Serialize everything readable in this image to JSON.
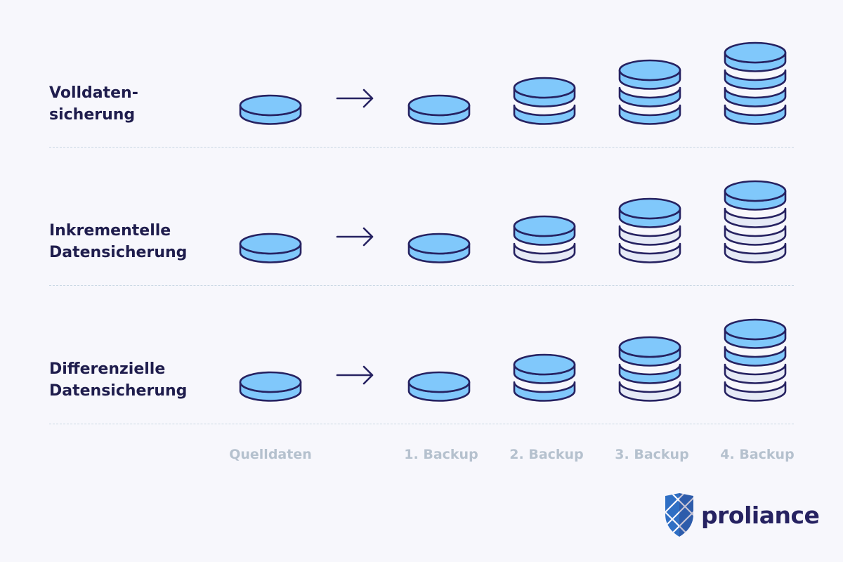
{
  "rows": [
    {
      "label_lines": [
        "Volldaten-",
        "sicherung"
      ],
      "source_layers": [
        "new"
      ],
      "backups": [
        [
          "new"
        ],
        [
          "new",
          "new"
        ],
        [
          "new",
          "new",
          "new"
        ],
        [
          "new",
          "new",
          "new",
          "new"
        ]
      ]
    },
    {
      "label_lines": [
        "Inkrementelle",
        "Datensicherung"
      ],
      "source_layers": [
        "new"
      ],
      "backups": [
        [
          "new"
        ],
        [
          "old",
          "new"
        ],
        [
          "old",
          "old",
          "new"
        ],
        [
          "old",
          "old",
          "old",
          "new"
        ]
      ]
    },
    {
      "label_lines": [
        "Differenzielle",
        "Datensicherung"
      ],
      "source_layers": [
        "new"
      ],
      "backups": [
        [
          "new"
        ],
        [
          "new",
          "new"
        ],
        [
          "old",
          "new",
          "new"
        ],
        [
          "old",
          "old",
          "new",
          "new"
        ]
      ]
    }
  ],
  "columns": [
    "Quelldaten",
    "1. Backup",
    "2. Backup",
    "3. Backup",
    "4. Backup"
  ],
  "arrow_icon": "arrow-right-icon",
  "colors": {
    "new_layer": "#80c8fb",
    "old_layer": "#e6eaf6",
    "outline": "#262261",
    "divider": "#c9d7e3",
    "column_text": "#b5c1ce",
    "label_text": "#1f1d4d"
  },
  "logo": {
    "text": "proliance",
    "icon": "shield-logo-icon"
  }
}
